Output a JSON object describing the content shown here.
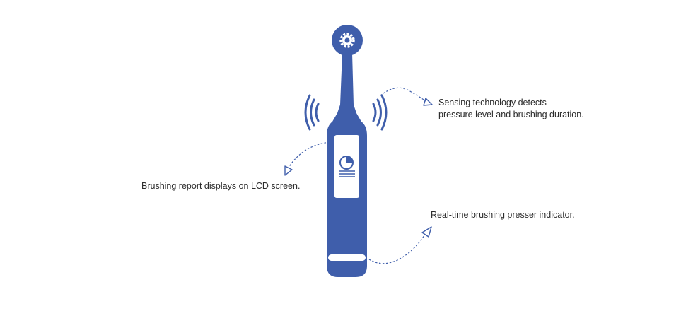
{
  "colors": {
    "brush": "#3f5eab",
    "arrow": "#3f5eab",
    "screen": "#ffffff",
    "text": "#2b2b2b"
  },
  "annotations": {
    "sensing": {
      "line1": "Sensing technology detects",
      "line2": "pressure level and brushing duration."
    },
    "report": "Brushing report displays on LCD screen.",
    "indicator": "Real-time brushing presser indicator."
  },
  "icons": [
    "brush-head-icon",
    "vibration-waves-icon",
    "pie-chart-icon",
    "report-lines-icon",
    "pressure-indicator-bar"
  ]
}
